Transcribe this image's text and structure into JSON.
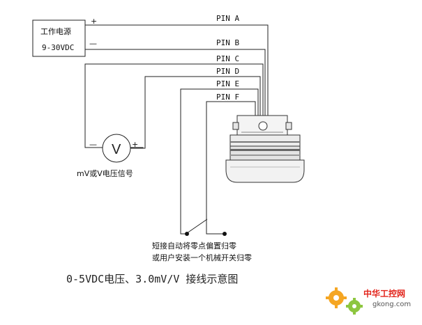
{
  "power_supply": {
    "title": "工作电源",
    "voltage": "9-30VDC",
    "plus": "+",
    "minus": "—"
  },
  "pins": [
    "PIN A",
    "PIN B",
    "PIN C",
    "PIN D",
    "PIN E",
    "PIN F"
  ],
  "voltmeter": {
    "symbol": "V",
    "minus": "—",
    "plus": "+",
    "label": "mV或V电压信号"
  },
  "switch_note": {
    "line1": "短接自动将零点偏置归零",
    "line2": "或用户安装一个机械开关归零"
  },
  "caption": "0-5VDC电压、3.0mV/V 接线示意图",
  "watermark": {
    "cn": "中华工控网",
    "url": "gkong.com",
    "brand_color": "#e2231a",
    "gear_color": "#f5a623"
  }
}
